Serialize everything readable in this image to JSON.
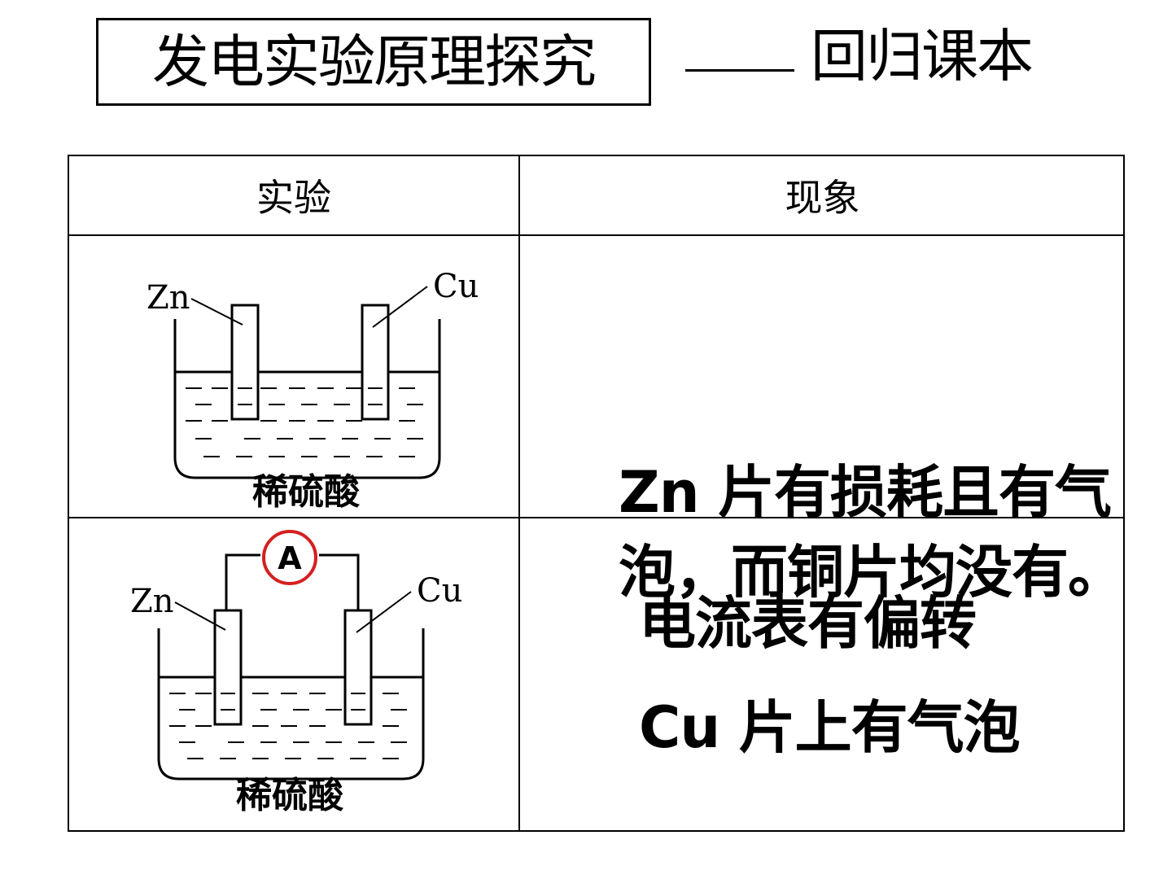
{
  "title": {
    "boxed": "发电实验原理探究",
    "suffix": "回归课本"
  },
  "table": {
    "headers": [
      "实验",
      "现象"
    ],
    "rows": [
      {
        "diagram": {
          "left_label": "Zn",
          "right_label": "Cu",
          "solution_label": "稀硫酸"
        },
        "observation": "Zn 片有损耗且有气泡，而铜片均没有。"
      },
      {
        "diagram": {
          "left_label": "Zn",
          "right_label": "Cu",
          "solution_label": "稀硫酸",
          "meter_label": "A"
        },
        "observation_lines": [
          "电流表有偏转",
          "Cu 片上有气泡"
        ]
      }
    ]
  },
  "colors": {
    "meter_ring": "#d42020"
  }
}
